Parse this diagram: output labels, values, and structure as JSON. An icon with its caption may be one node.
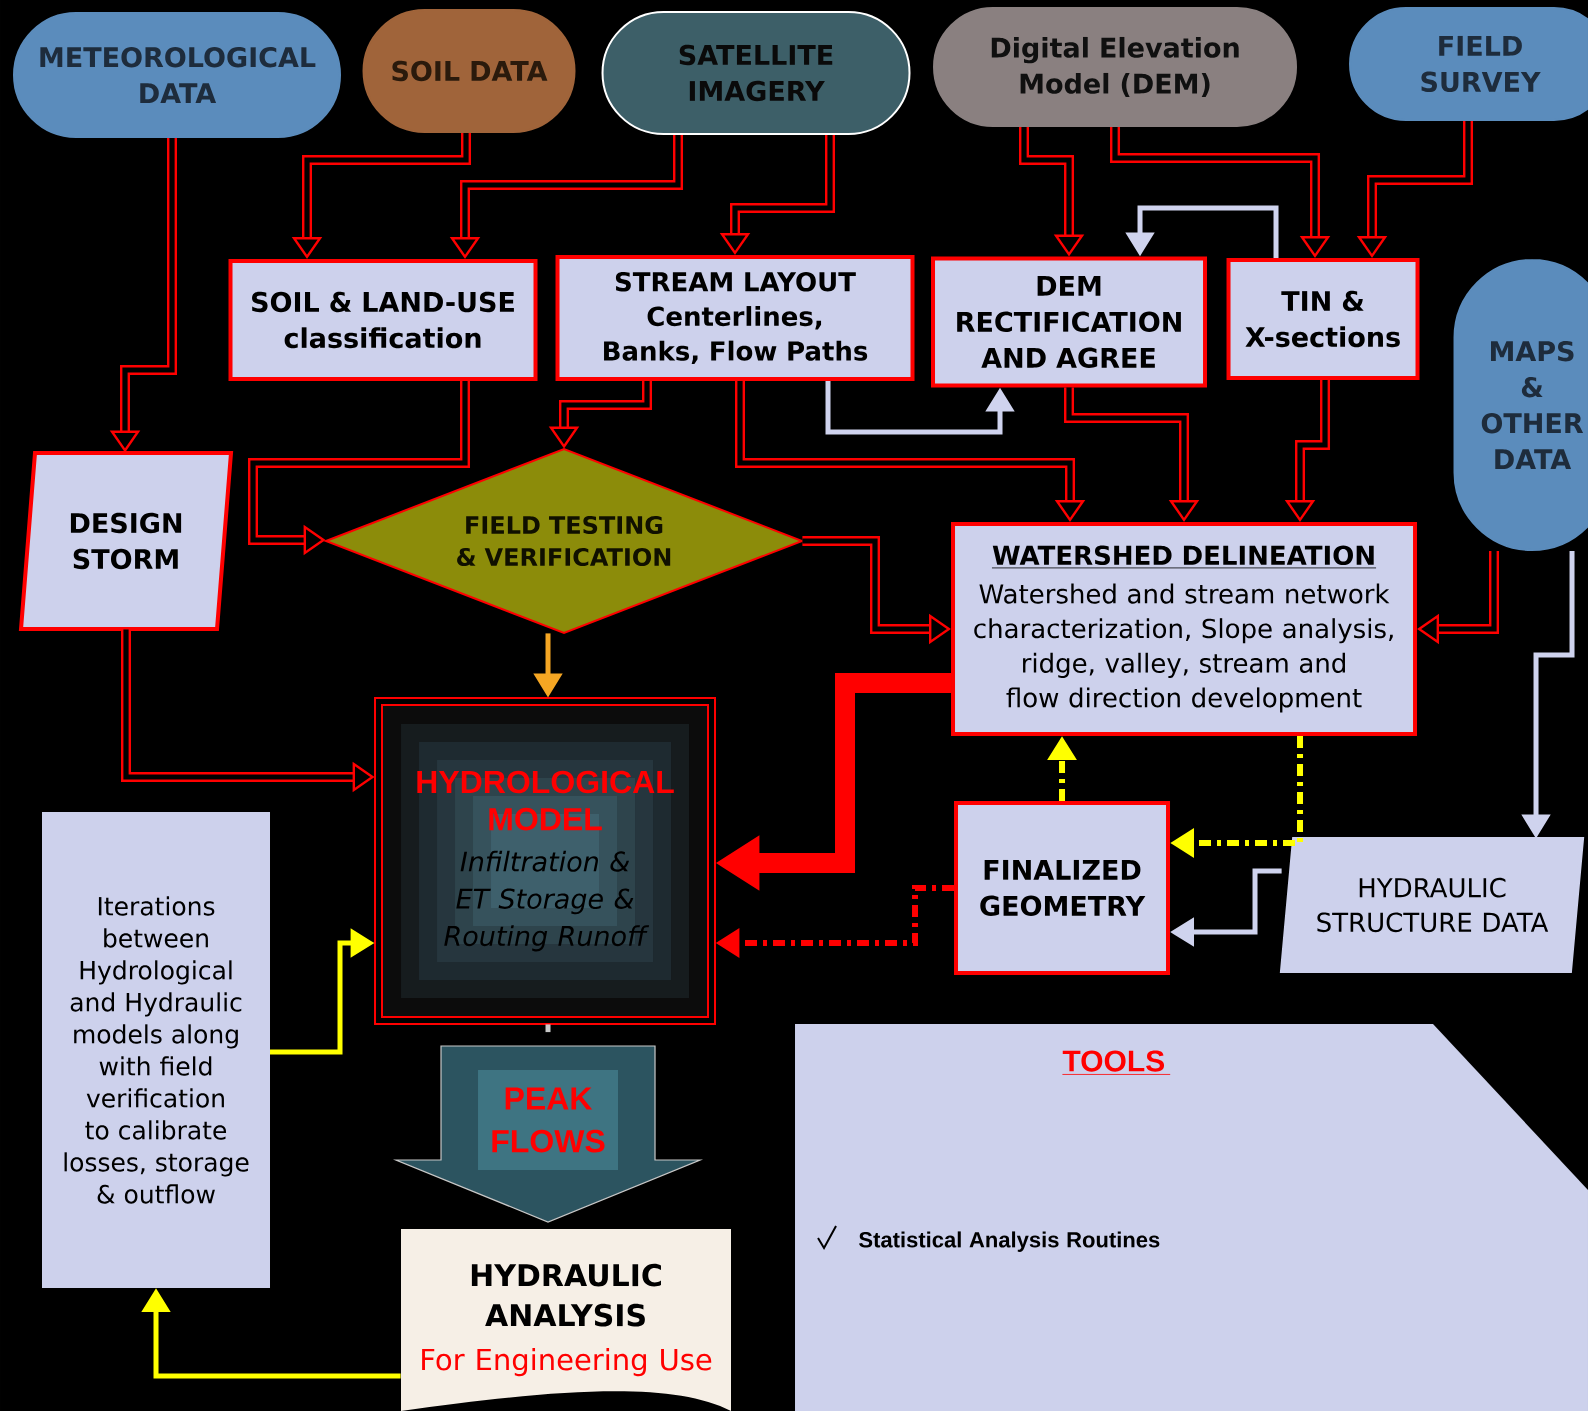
{
  "diagram": {
    "nodes": [
      {
        "text": [
          "METEOROLOGICAL DATA"
        ]
      },
      {
        "text": [
          "SOIL DATA"
        ]
      },
      {
        "text": [
          "SATELLITE IMAGERY"
        ]
      },
      {
        "text": [
          "Digital Elevation Model (DEM)"
        ]
      },
      {
        "text": [
          "FIELD SURVEY"
        ]
      },
      {
        "text": [
          "SOIL & LAND-USE classification"
        ]
      },
      {
        "text": [
          "STREAM LAYOUT Centerlines, Banks, Flow Paths"
        ]
      },
      {
        "text": [
          "DEM RECTIFICATION AND AGREE"
        ]
      },
      {
        "text": [
          "TIN & X-sections"
        ]
      },
      {
        "text": [
          "MAPS & OTHER DATA"
        ]
      },
      {
        "text": [
          "DESIGN STORM"
        ]
      },
      {
        "text": [
          "FIELD TESTING & VERIFICATION"
        ]
      },
      {
        "text": [
          "WATERSHED DELINEATION",
          "Watershed and stream network characterization, Slope analysis, ridge, valley, stream and flow direction development"
        ]
      },
      {
        "text": [
          "HYDROLOGICAL MODEL",
          "Infiltration & ET Storage & Routing Runoff"
        ]
      },
      {
        "text": [
          "Iterations between Hydrological and Hydraulic models along with field verification to calibrate losses, storage & outflow"
        ]
      },
      {
        "text": [
          "FINALIZED GEOMETRY"
        ]
      },
      {
        "text": [
          "HYDRAULIC STRUCTURE DATA"
        ]
      },
      {
        "text": [
          "PEAK FLOWS"
        ]
      },
      {
        "text": [
          "HYDRAULIC ANALYSIS",
          "For Engineering Use"
        ]
      },
      {
        "text": [
          "TOOLS",
          "Statistical Analysis Routines"
        ]
      }
    ],
    "edges": [
      {
        "from": 0,
        "to": 10,
        "arrow": "to"
      },
      {
        "from": 1,
        "to": 5,
        "arrow": "to"
      },
      {
        "from": 2,
        "to": 5,
        "arrow": "to"
      },
      {
        "from": 2,
        "to": 6,
        "arrow": "to"
      },
      {
        "from": 3,
        "to": 7,
        "arrow": "to"
      },
      {
        "from": 3,
        "to": 8,
        "arrow": "to"
      },
      {
        "from": 4,
        "to": 8,
        "arrow": "to"
      },
      {
        "from": 8,
        "to": 7,
        "arrow": "to",
        "color": "#cfd3ee"
      },
      {
        "from": 6,
        "to": 7,
        "arrow": "to",
        "color": "#cfd3ee"
      },
      {
        "from": 5,
        "to": 11,
        "arrow": "to"
      },
      {
        "from": 6,
        "to": 11,
        "arrow": "to"
      },
      {
        "from": 6,
        "to": 12,
        "arrow": "to"
      },
      {
        "from": 7,
        "to": 12,
        "arrow": "to"
      },
      {
        "from": 8,
        "to": 12,
        "arrow": "to"
      },
      {
        "from": 11,
        "to": 12,
        "arrow": "to"
      },
      {
        "from": 9,
        "to": 12,
        "arrow": "to"
      },
      {
        "from": 10,
        "to": 13,
        "arrow": "to"
      },
      {
        "from": 11,
        "to": 13,
        "arrow": "to",
        "color": "#f5a623"
      },
      {
        "from": 12,
        "to": 13,
        "arrow": "to",
        "style": "thick"
      },
      {
        "from": 15,
        "to": 12,
        "arrow": "to",
        "style": "dashed",
        "color": "#ffff00"
      },
      {
        "from": 12,
        "to": 15,
        "arrow": "to",
        "style": "dashed",
        "color": "#ffff00"
      },
      {
        "from": 15,
        "to": 13,
        "arrow": "to",
        "style": "dashed"
      },
      {
        "from": 16,
        "to": 15,
        "arrow": "to",
        "color": "#cfd3ee"
      },
      {
        "from": 9,
        "to": 16,
        "arrow": "to",
        "color": "#cfd3ee"
      },
      {
        "from": 14,
        "to": 13,
        "arrow": "to",
        "color": "#ffff00"
      },
      {
        "from": 18,
        "to": 14,
        "arrow": "to",
        "color": "#ffff00"
      },
      {
        "from": 13,
        "to": 17,
        "arrow": "none",
        "color": "#c8c8c8"
      }
    ]
  }
}
